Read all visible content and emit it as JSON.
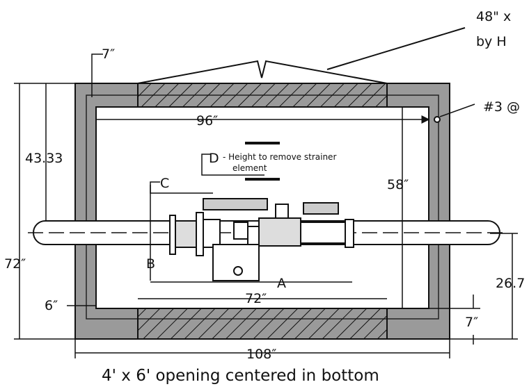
{
  "labels": {
    "vault_top_note_line1": "48\" x",
    "vault_top_note_line2": "by H",
    "rebar_note": "#3 @",
    "dim_top_wall": "7″",
    "dim_inner_width": "96″",
    "dim_left_height": "43.33",
    "dim_overall_height": "72″",
    "dim_inner_height": "58″",
    "dim_bottom_wall": "6″",
    "dim_opening": "72″",
    "dim_outer_width": "108″",
    "dim_floor": "7″",
    "dim_right_height": "26.7",
    "label_a": "A",
    "label_b": "B",
    "label_c": "C",
    "label_d": "D",
    "d_note_line1": "- Height to remove strainer",
    "d_note_line2": "element",
    "caption": "4' x 6' opening centered in bottom"
  }
}
